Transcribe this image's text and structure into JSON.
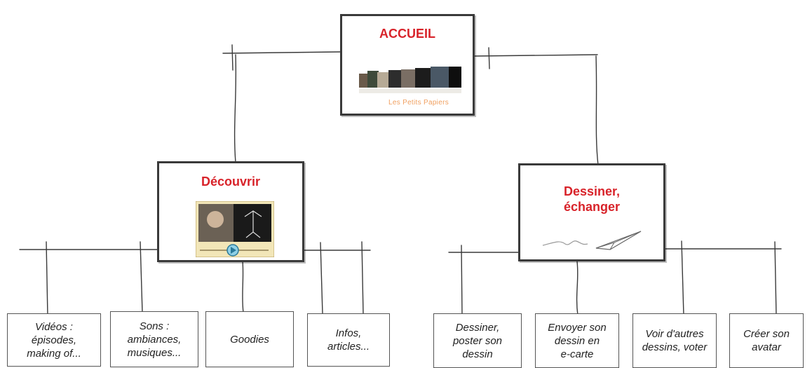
{
  "diagram": {
    "root": {
      "title": "ACCUEIL",
      "caption": "Les Petits Papiers"
    },
    "branches": [
      {
        "title": "Découvrir",
        "children": [
          "Vidéos :\népisodes,\nmaking of...",
          "Sons :\nambiances,\nmusiques...",
          "Goodies",
          "Infos,\narticles..."
        ]
      },
      {
        "title": "Dessiner,\néchanger",
        "children": [
          "Dessiner,\nposter son\ndessin",
          "Envoyer son\ndessin en\ne-carte",
          "Voir d'autres\ndessins, voter",
          "Créer son\navatar"
        ]
      }
    ],
    "colors": {
      "title": "#d8232a",
      "line": "#3a3a3a",
      "caption": "#f0a060",
      "video_frame": "#f2e6b8"
    },
    "icons": [
      "gallery-thumbnails-icon",
      "video-player-icon",
      "play-icon",
      "paper-plane-icon"
    ]
  }
}
